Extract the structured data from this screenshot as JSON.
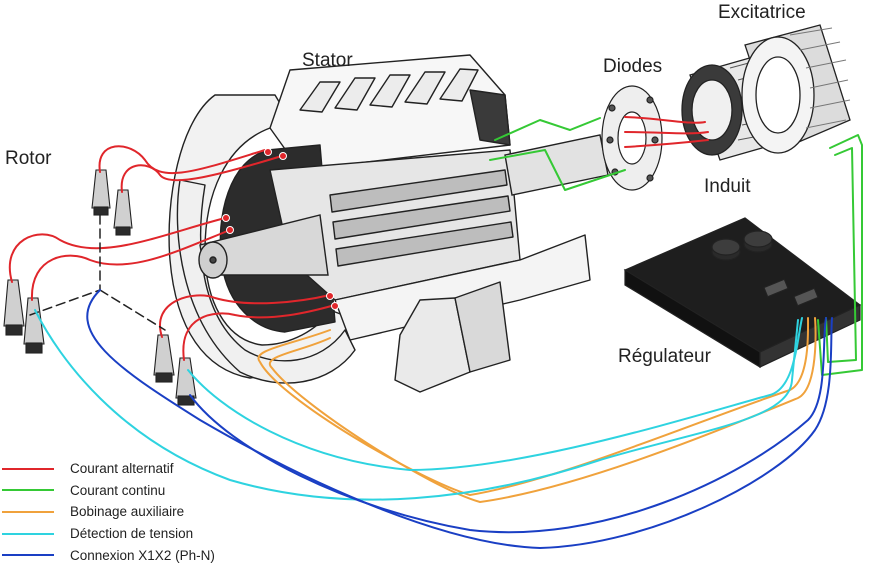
{
  "labels": {
    "stator": "Stator",
    "diodes": "Diodes",
    "excitatrice": "Excitatrice",
    "induit": "Induit",
    "rotor": "Rotor",
    "regulateur": "Régulateur"
  },
  "legend": [
    {
      "label": "Courant alternatif",
      "color": "#e0262b"
    },
    {
      "label": "Courant continu",
      "color": "#35c935"
    },
    {
      "label": "Bobinage auxiliaire",
      "color": "#f0a23c"
    },
    {
      "label": "Détection de tension",
      "color": "#2ed3e0"
    },
    {
      "label": "Connexion X1X2 (Ph-N)",
      "color": "#1a3fc4"
    }
  ],
  "colors": {
    "ac": "#e0262b",
    "dc": "#35c935",
    "aux": "#f0a23c",
    "sense": "#2ed3e0",
    "x1x2": "#1a3fc4",
    "outline": "#222222",
    "casing": "#f4f4f4",
    "dark": "#2a2a2a"
  }
}
